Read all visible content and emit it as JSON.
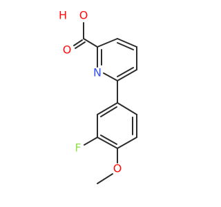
{
  "molecule": {
    "atoms": [
      {
        "id": "hydroxyl-hydrogen",
        "symbol": "H",
        "color": "#ff0d0d"
      },
      {
        "id": "hydroxyl-oxygen",
        "symbol": "O",
        "color": "#ff0d0d"
      },
      {
        "id": "carbonyl-oxygen",
        "symbol": "O",
        "color": "#ff0d0d"
      },
      {
        "id": "pyridine-nitrogen",
        "symbol": "N",
        "color": "#3050f8"
      },
      {
        "id": "fluorine",
        "symbol": "F",
        "color": "#90e050"
      },
      {
        "id": "methoxy-oxygen",
        "symbol": "O",
        "color": "#ff0d0d"
      }
    ],
    "bond_color": "#2b2b2b"
  }
}
